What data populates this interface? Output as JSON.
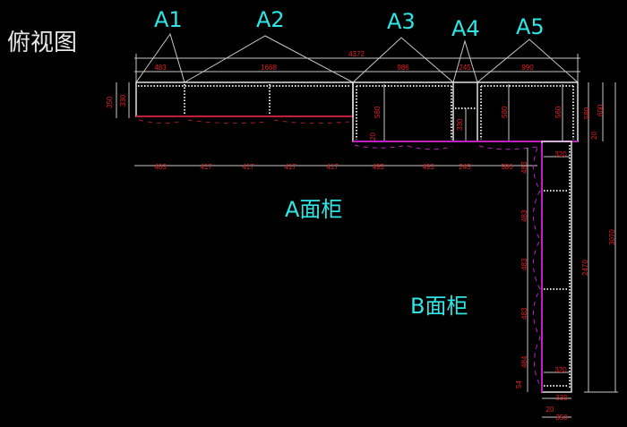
{
  "title": "俯视图",
  "labels": {
    "a1": "A1",
    "a2": "A2",
    "a3": "A3",
    "a4": "A4",
    "a5": "A5",
    "a_cabinet": "A面柜",
    "b_cabinet": "B面柜"
  },
  "dims": {
    "total_top": "4372",
    "top": [
      "483",
      "1668",
      "986",
      "245",
      "990"
    ],
    "bottom": [
      "483",
      "417",
      "417",
      "417",
      "417",
      "493",
      "493",
      "245",
      "580"
    ],
    "left_350": "350",
    "left_330": "330",
    "a3_depth": "580",
    "a3_20": "20",
    "a4_depth": "330",
    "a5_depth_1": "580",
    "a5_depth_2": "560",
    "right_580": "580",
    "right_600": "600",
    "right_20": "20",
    "right_2470": "2470",
    "right_3070": "3070",
    "b_left": [
      "483",
      "483",
      "483",
      "483",
      "484"
    ],
    "b_54": "54",
    "b_320_top": "320",
    "b_320_bottom": "320",
    "b_330": "330",
    "b_20": "20",
    "b_350": "350"
  },
  "colors": {
    "label": "#2ee6e6",
    "dimension": "#e02020",
    "cabinet": "#e0e0e0",
    "magenta": "#c020c0"
  }
}
